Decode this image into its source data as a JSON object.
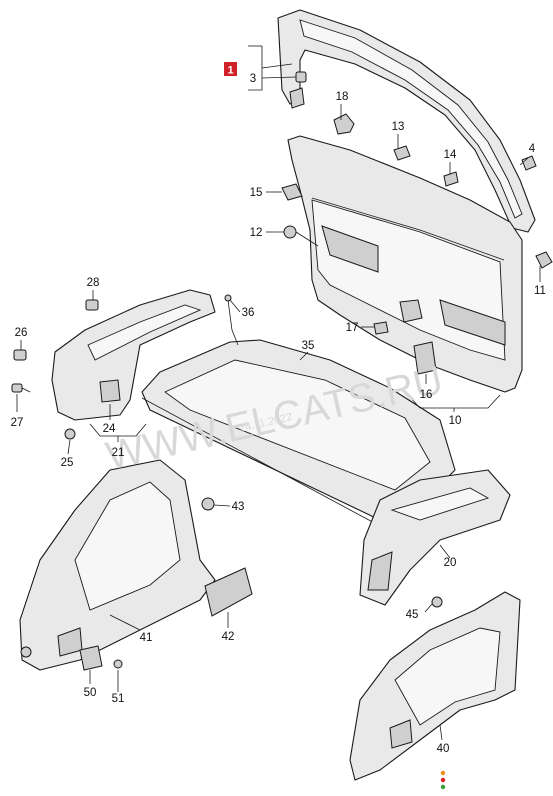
{
  "watermark": {
    "text": "WWW.ELCATS.RU",
    "date": "24.11.2022"
  },
  "highlight": {
    "number": "1",
    "color": "#d0202a",
    "text_color": "#ffffff"
  },
  "callouts": {
    "c3": "3",
    "c4": "4",
    "c18": "18",
    "c13": "13",
    "c14": "14",
    "c15": "15",
    "c12": "12",
    "c11": "11",
    "c17": "17",
    "c16": "16",
    "c10": "10",
    "c28": "28",
    "c26": "26",
    "c27": "27",
    "c24": "24",
    "c21": "21",
    "c25": "25",
    "c36": "36",
    "c35": "35",
    "c43": "43",
    "c20": "20",
    "c41": "41",
    "c42": "42",
    "c45": "45",
    "c50": "50",
    "c51": "51",
    "c40": "40"
  },
  "indicator_colors": [
    "#f08c1e",
    "#e02020",
    "#30a030"
  ]
}
